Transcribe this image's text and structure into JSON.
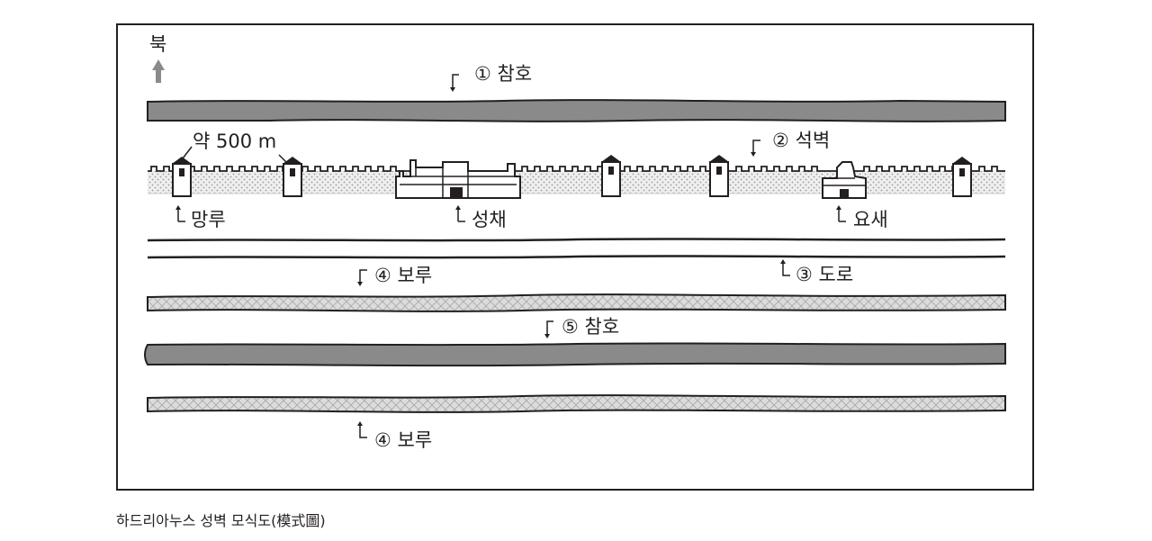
{
  "labels": {
    "north": "북",
    "distance": "약 500 m",
    "ditch_north": "① 참호",
    "wall": "② 석벽",
    "watchtower": "망루",
    "milecastle": "성채",
    "fort": "요새",
    "road": "③ 도로",
    "mound_north": "④ 보루",
    "vallum_ditch": "⑤  참호",
    "mound_south": "④ 보루"
  },
  "caption": "하드리아누스 성벽 모식도(模式圖)",
  "colors": {
    "ink": "#231f20",
    "ditch": "#8a8a8a",
    "wall_fill": "#e6e6e6",
    "mound_fill": "#d8d8d8"
  }
}
